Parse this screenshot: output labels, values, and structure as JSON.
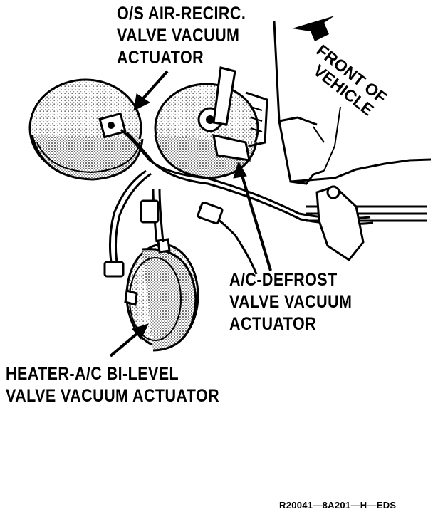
{
  "labels": {
    "os_air_recirc": [
      "O/S AIR-RECIRC.",
      "VALVE VACUUM",
      "ACTUATOR"
    ],
    "front_of_vehicle": [
      "FRONT OF",
      "VEHICLE"
    ],
    "ac_defrost": [
      "A/C-DEFROST",
      "VALVE VACUUM",
      "ACTUATOR"
    ],
    "heater_bilevel": [
      "HEATER-A/C BI-LEVEL",
      "VALVE VACUUM ACTUATOR"
    ]
  },
  "caption": "R20041—8A201—H—EDS",
  "colors": {
    "ink": "#000000",
    "paper": "#ffffff",
    "stipple": "#6e6e6e"
  }
}
